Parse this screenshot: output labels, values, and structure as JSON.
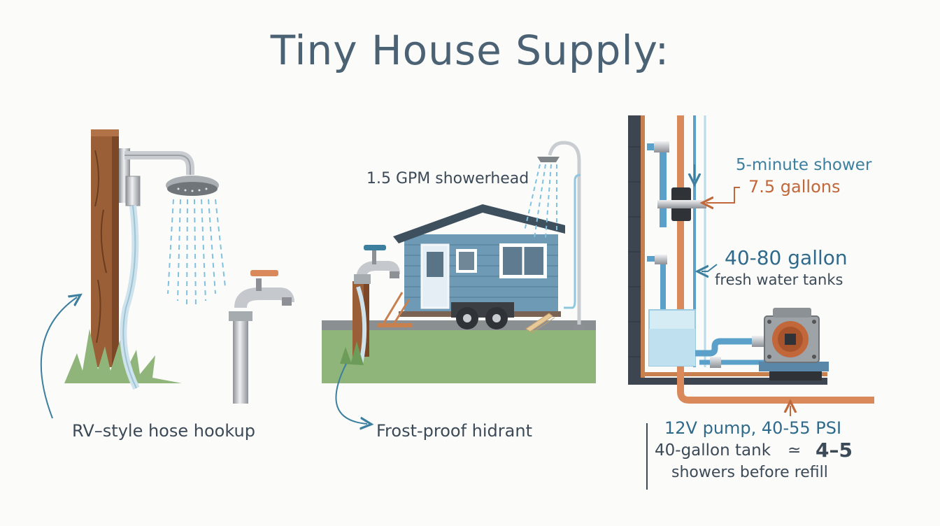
{
  "title": "Tiny House Supply:",
  "labels": {
    "hose_hookup": "RV–style hose hookup",
    "showerhead": "1.5 GPM showerhead",
    "hydrant": "Frost-proof hidrant",
    "shower_time": "5-minute shower",
    "shower_gallons": "7.5 gallons",
    "tank_size": "40-80 gallon",
    "tank_type": "fresh water tanks",
    "pump": "12V pump, 40-55 PSI",
    "tank_capacity": "40-gallon tank",
    "approx": "≃",
    "shower_count": "4–5",
    "refill": "showers before refill"
  },
  "colors": {
    "title": "#4b6274",
    "blue_label": "#3d7f9e",
    "rust_label": "#c1673a",
    "wood": "#9a5f36",
    "house": "#6f9ab5",
    "grass": "#8fb57a",
    "copper_pipe": "#d9895a",
    "blue_pipe": "#5aa0c8"
  }
}
